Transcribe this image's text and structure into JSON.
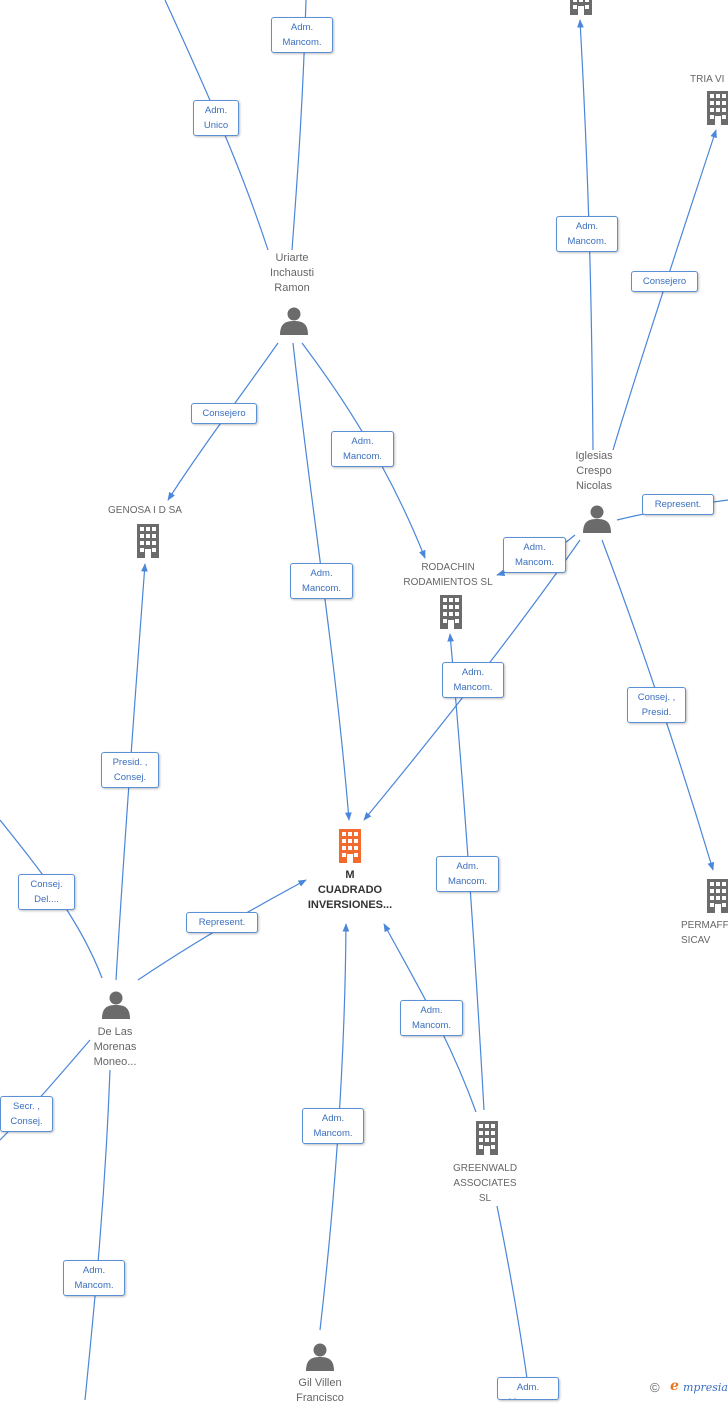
{
  "colors": {
    "edge": "#4a86d9",
    "main_company": "#f26a2e",
    "node_icon": "#6b6b6b",
    "label_border": "#5b8fd6"
  },
  "nodes": {
    "uriarte": {
      "label": "Uriarte\nInchausti\nRamon",
      "kind": "person-icon"
    },
    "iglesias": {
      "label": "Iglesias\nCrespo\nNicolas",
      "kind": "person-icon"
    },
    "genosa": {
      "label": "GENOSA I D SA",
      "kind": "building-icon"
    },
    "rodachin": {
      "label": "RODACHIN\nRODAMIENTOS SL",
      "kind": "building-icon"
    },
    "main": {
      "label": "M\nCUADRADO\nINVERSIONES...",
      "kind": "building-icon"
    },
    "delas": {
      "label": "De Las\nMorenas\nMoneo...",
      "kind": "person-icon"
    },
    "greenwald": {
      "label": "GREENWALD\nASSOCIATES\nSL",
      "kind": "building-icon"
    },
    "gil": {
      "label": "Gil Villen\nFrancisco",
      "kind": "person-icon"
    },
    "triavi": {
      "label": "TRIA VI",
      "kind": "building-icon"
    },
    "permaf": {
      "label": "PERMAFF\nSICAV",
      "kind": "building-icon"
    },
    "top": {
      "label": "",
      "kind": "building-icon"
    }
  },
  "edge_labels": {
    "adm_unico": "Adm.\nUnico",
    "adm_mancom_top": "Adm.\nMancom.",
    "adm_mancom_iglesias_top": "Adm.\nMancom.",
    "consejero_triavi": "Consejero",
    "consejero_genosa": "Consejero",
    "adm_mancom_uriarte_rodachin": "Adm.\nMancom.",
    "represent_iglesias": "Represent.",
    "adm_mancom_iglesias_rodachin": "Adm.\nMancom.",
    "adm_mancom_uriarte_main": "Adm.\nMancom.",
    "adm_mancom_iglesias_main": "Adm.\nMancom.",
    "consej_presid": "Consej. ,\nPresid.",
    "presid_consej": "Presid. ,\nConsej.",
    "adm_mancom_greenwald_rodachin": "Adm.\nMancom.",
    "consej_del": "Consej.\nDel....",
    "represent_delas": "Represent.",
    "adm_mancom_greenwald_main": "Adm.\nMancom.",
    "secr_consej": "Secr. ,\nConsej.",
    "adm_mancom_gil": "Adm.\nMancom.",
    "adm_mancom_delas_bottom": "Adm.\nMancom.",
    "adm_mancom_greenwald_bottom": "Adm.\nMancom."
  },
  "watermark": {
    "copyright": "©",
    "brand_initial": "e",
    "brand_rest": "mpresia"
  }
}
